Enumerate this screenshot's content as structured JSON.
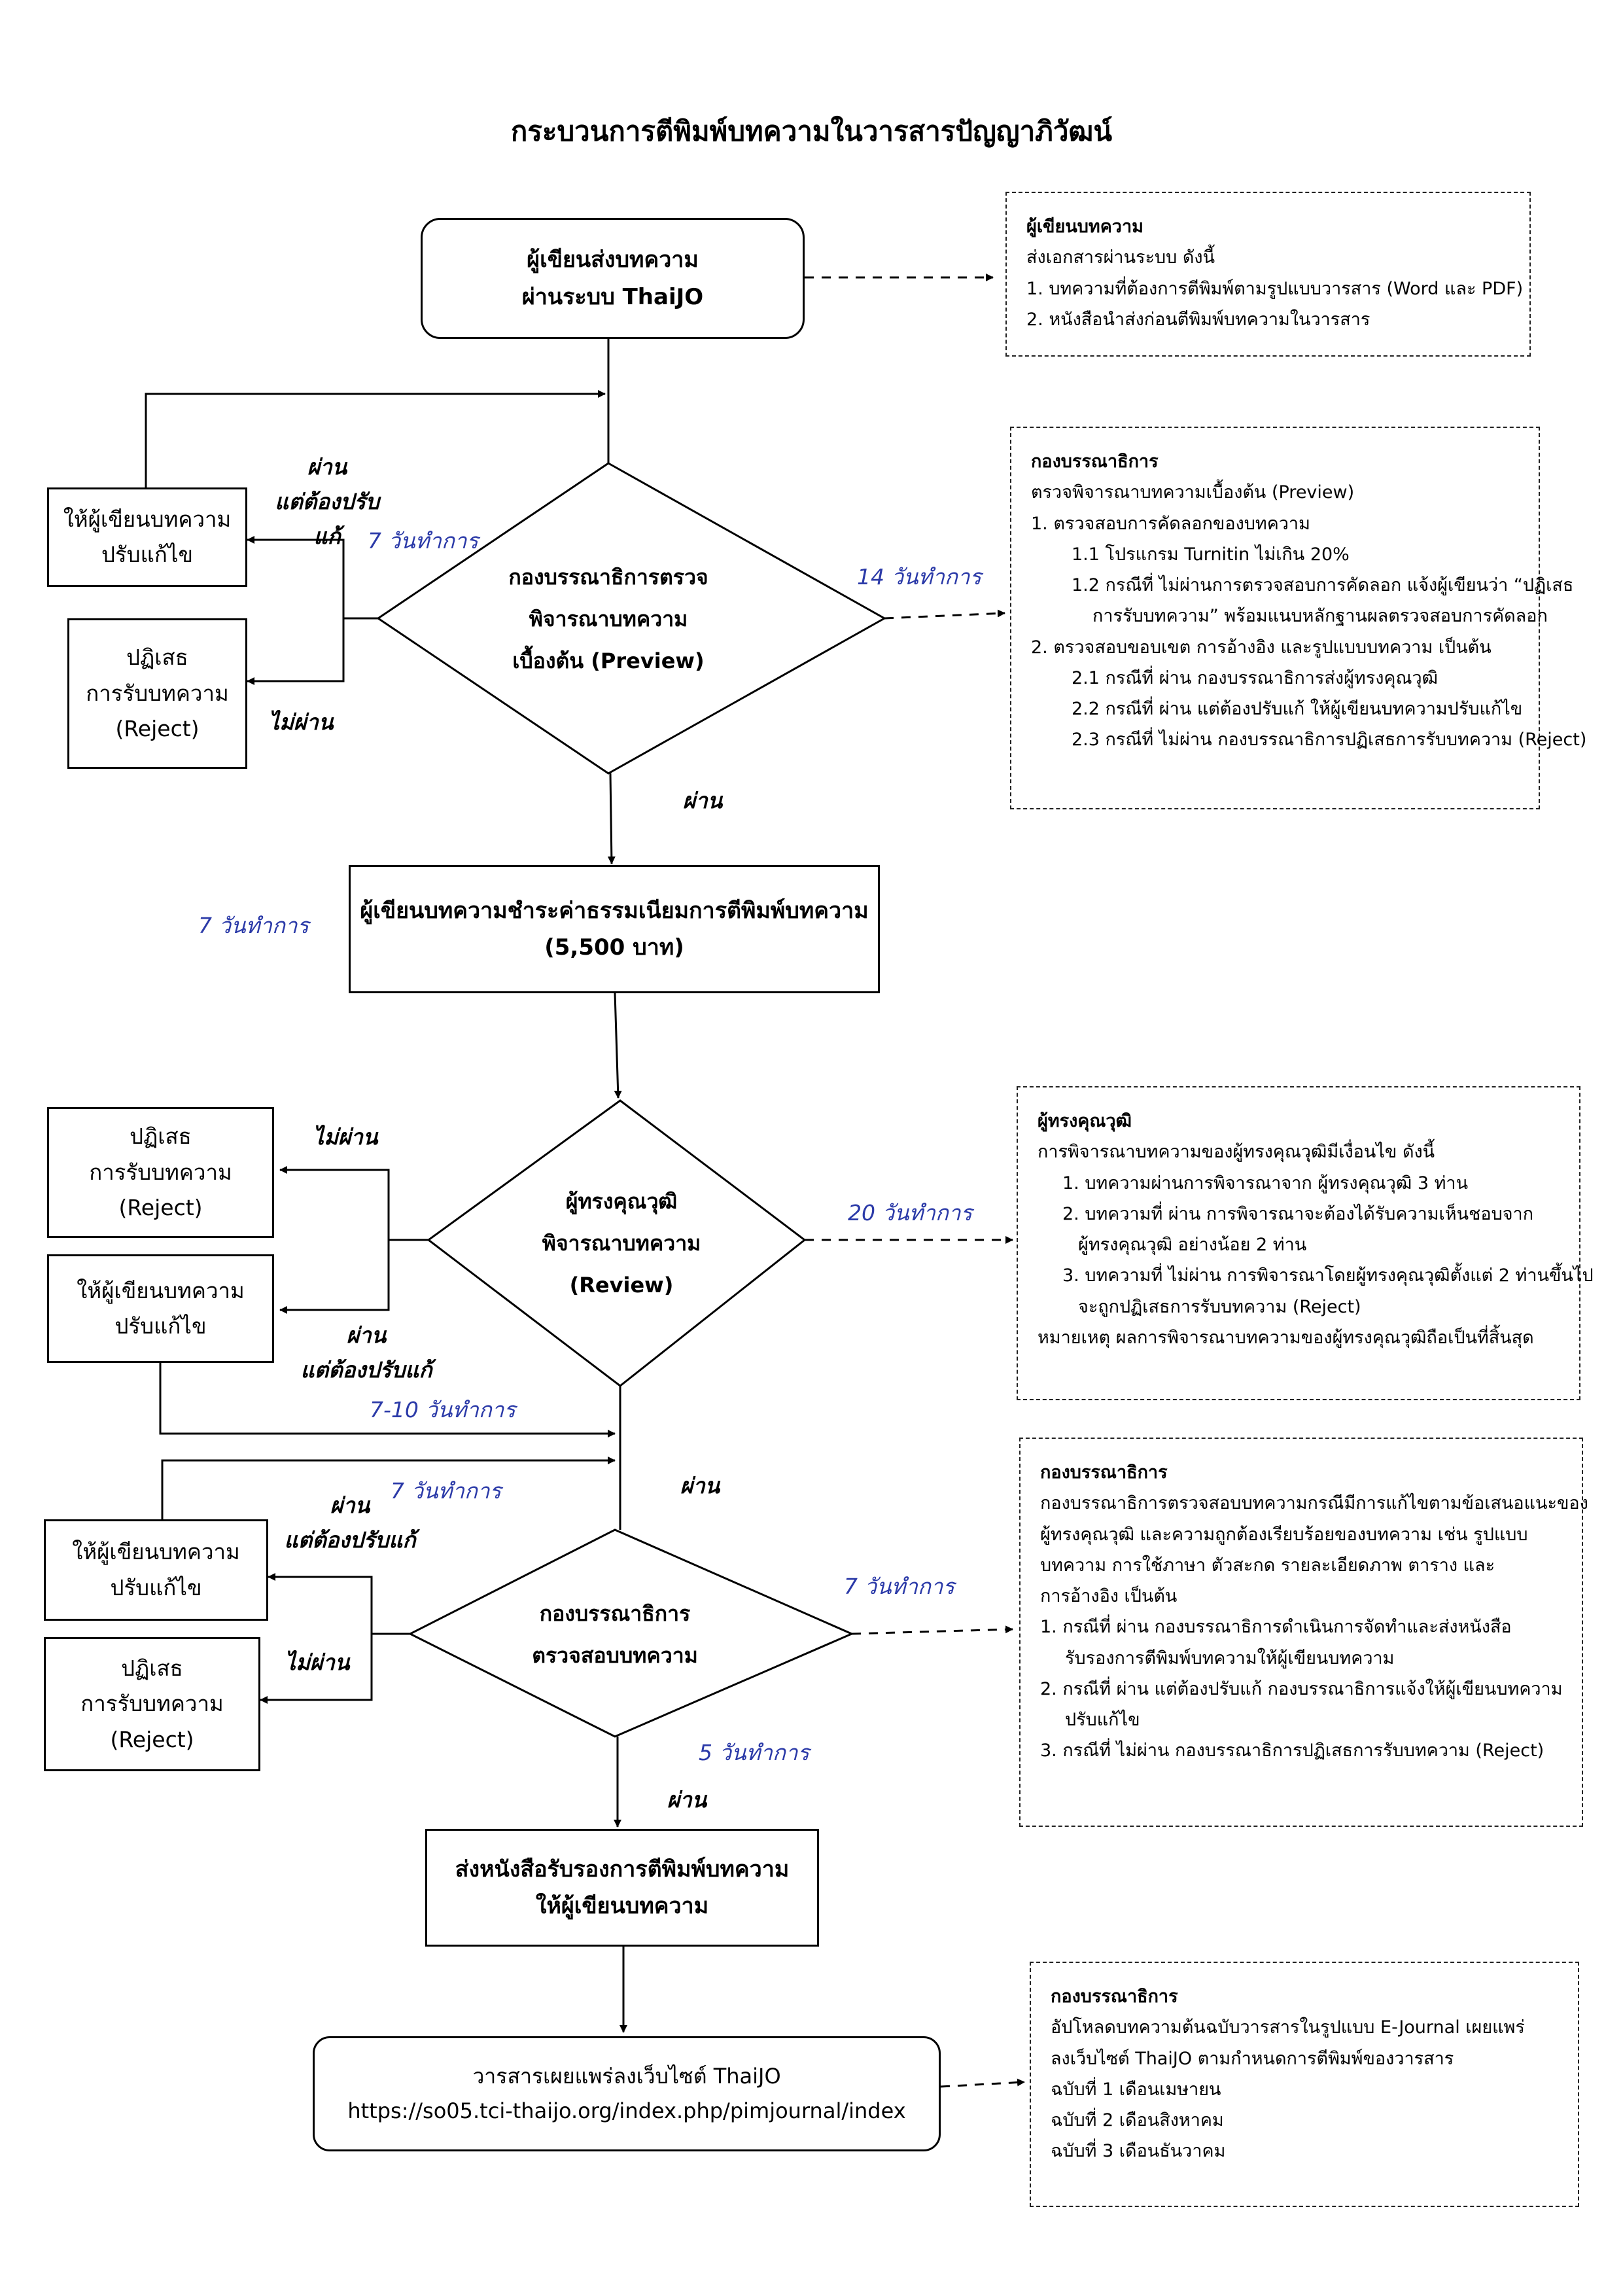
{
  "title": "กระบวนการตีพิมพ์บทความในวารสารปัญญาภิวัฒน์",
  "nodes": {
    "submit": [
      "ผู้เขียนส่งบทความ",
      "ผ่านระบบ ThaiJO"
    ],
    "preview": [
      "กองบรรณาธิการตรวจ",
      "พิจารณาบทความ",
      "เบื้องต้น (Preview)"
    ],
    "revise1": [
      "ให้ผู้เขียนบทความ",
      "ปรับแก้ไข"
    ],
    "reject1": [
      "ปฏิเสธ",
      "การรับบทความ",
      "(Reject)"
    ],
    "payment": [
      "ผู้เขียนบทความชำระค่าธรรมเนียมการตีพิมพ์บทความ",
      "(5,500 บาท)"
    ],
    "review": [
      "ผู้ทรงคุณวุฒิ",
      "พิจารณาบทความ",
      "(Review)"
    ],
    "reject2": [
      "ปฏิเสธ",
      "การรับบทความ",
      "(Reject)"
    ],
    "revise2": [
      "ให้ผู้เขียนบทความ",
      "ปรับแก้ไข"
    ],
    "check": [
      "กองบรรณาธิการ",
      "ตรวจสอบบทความ"
    ],
    "revise3": [
      "ให้ผู้เขียนบทความ",
      "ปรับแก้ไข"
    ],
    "reject3": [
      "ปฏิเสธ",
      "การรับบทความ",
      "(Reject)"
    ],
    "acceptance": [
      "ส่งหนังสือรับรองการตีพิมพ์บทความ",
      "ให้ผู้เขียนบทความ"
    ],
    "publish": [
      "วารสารเผยแพร่ลงเว็บไซต์ ThaiJO",
      "https://so05.tci-thaijo.org/index.php/pimjournal/index"
    ]
  },
  "labels": {
    "pass_revise_1": [
      "ผ่าน",
      "แต่ต้องปรับแก้"
    ],
    "fail_1": "ไม่ผ่าน",
    "pass_1": "ผ่าน",
    "fail_2": "ไม่ผ่าน",
    "pass_revise_2": [
      "ผ่าน",
      "แต่ต้องปรับแก้"
    ],
    "pass_2": "ผ่าน",
    "pass_revise_3": [
      "ผ่าน",
      "แต่ต้องปรับแก้"
    ],
    "fail_3": "ไม่ผ่าน",
    "pass_3": "ผ่าน"
  },
  "durations": {
    "d_revise1": "7 วันทำการ",
    "d_preview": "14 วันทำการ",
    "d_payment": "7 วันทำการ",
    "d_review": "20 วันทำการ",
    "d_revise2": "7-10 วันทำการ",
    "d_revise3": "7 วันทำการ",
    "d_check": "7 วันทำการ",
    "d_accept": "5 วันทำการ"
  },
  "notes": {
    "n1": [
      "ผู้เขียนบทความ",
      "ส่งเอกสารผ่านระบบ ดังนี้",
      "1. บทความที่ต้องการตีพิมพ์ตามรูปแบบวารสาร (Word และ PDF)",
      "2. หนังสือนำส่งก่อนตีพิมพ์บทความในวารสาร"
    ],
    "n2": [
      "กองบรรณาธิการ",
      "ตรวจพิจารณาบทความเบื้องต้น (Preview)",
      "1.  ตรวจสอบการคัดลอกของบทความ",
      "1.1 โปรแกรม Turnitin ไม่เกิน 20%",
      "1.2 กรณีที่ ไม่ผ่านการตรวจสอบการคัดลอก แจ้งผู้เขียนว่า “ปฏิเสธ",
      "การรับบทความ” พร้อมแนบหลักฐานผลตรวจสอบการคัดลอก",
      "2. ตรวจสอบขอบเขต การอ้างอิง และรูปแบบบทความ เป็นต้น",
      "2.1  กรณีที่ ผ่าน กองบรรณาธิการส่งผู้ทรงคุณวุฒิ",
      "2.2  กรณีที่ ผ่าน แต่ต้องปรับแก้ ให้ผู้เขียนบทความปรับแก้ไข",
      "2.3  กรณีที่ ไม่ผ่าน กองบรรณาธิการปฏิเสธการรับบทความ (Reject)"
    ],
    "n3": [
      "ผู้ทรงคุณวุฒิ",
      "การพิจารณาบทความของผู้ทรงคุณวุฒิมีเงื่อนไข ดังนี้",
      "1. บทความผ่านการพิจารณาจาก ผู้ทรงคุณวุฒิ 3 ท่าน",
      "2. บทความที่ ผ่าน การพิจารณาจะต้องได้รับความเห็นชอบจาก",
      "ผู้ทรงคุณวุฒิ อย่างน้อย 2 ท่าน",
      "3. บทความที่ ไม่ผ่าน การพิจารณาโดยผู้ทรงคุณวุฒิตั้งแต่ 2 ท่านขึ้นไป",
      "จะถูกปฏิเสธการรับบทความ (Reject)",
      "หมายเหตุ ผลการพิจารณาบทความของผู้ทรงคุณวุฒิถือเป็นที่สิ้นสุด"
    ],
    "n4": [
      "กองบรรณาธิการ",
      "กองบรรณาธิการตรวจสอบบทความกรณีมีการแก้ไขตามข้อเสนอแนะของ",
      "ผู้ทรงคุณวุฒิ และความถูกต้องเรียบร้อยของบทความ เช่น รูปแบบ",
      "บทความ การใช้ภาษา ตัวสะกด รายละเอียดภาพ ตาราง และ",
      "การอ้างอิง เป็นต้น",
      "1. กรณีที่ ผ่าน กองบรรณาธิการดำเนินการจัดทำและส่งหนังสือ",
      "รับรองการตีพิมพ์บทความให้ผู้เขียนบทความ",
      "2. กรณีที่ ผ่าน แต่ต้องปรับแก้ กองบรรณาธิการแจ้งให้ผู้เขียนบทความ",
      "ปรับแก้ไข",
      "3. กรณีที่ ไม่ผ่าน กองบรรณาธิการปฏิเสธการรับบทความ (Reject)"
    ],
    "n5": [
      "กองบรรณาธิการ",
      "อัปโหลดบทความต้นฉบับวารสารในรูปแบบ E-Journal เผยแพร่",
      "ลงเว็บไซต์ ThaiJO ตามกำหนดการตีพิมพ์ของวารสาร",
      "ฉบับที่  1  เดือนเมษายน",
      "ฉบับที่  2  เดือนสิงหาคม",
      "ฉบับที่  3  เดือนธันวาคม"
    ]
  }
}
